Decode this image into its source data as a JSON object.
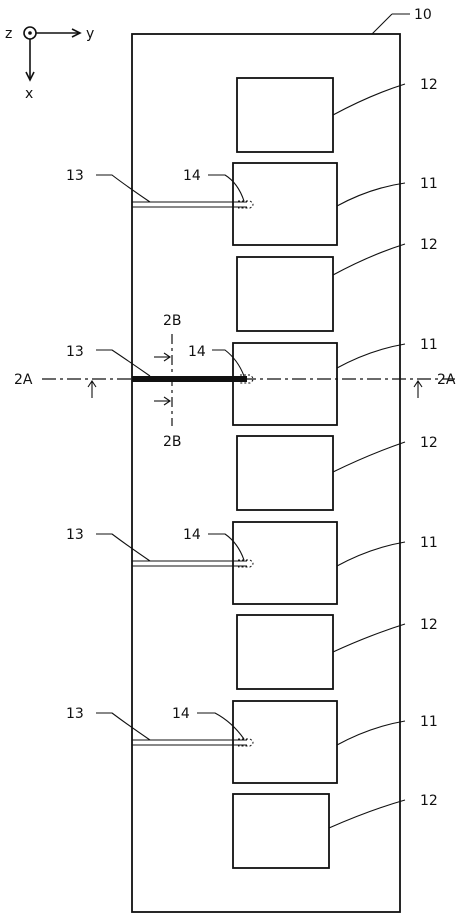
{
  "axes": {
    "z": "z",
    "y": "y",
    "x": "x"
  },
  "labels": {
    "substrate": "10",
    "pad_a": "11",
    "pad_b": "12",
    "line": "13",
    "tip": "14",
    "section_a": "2A",
    "section_b": "2B"
  }
}
